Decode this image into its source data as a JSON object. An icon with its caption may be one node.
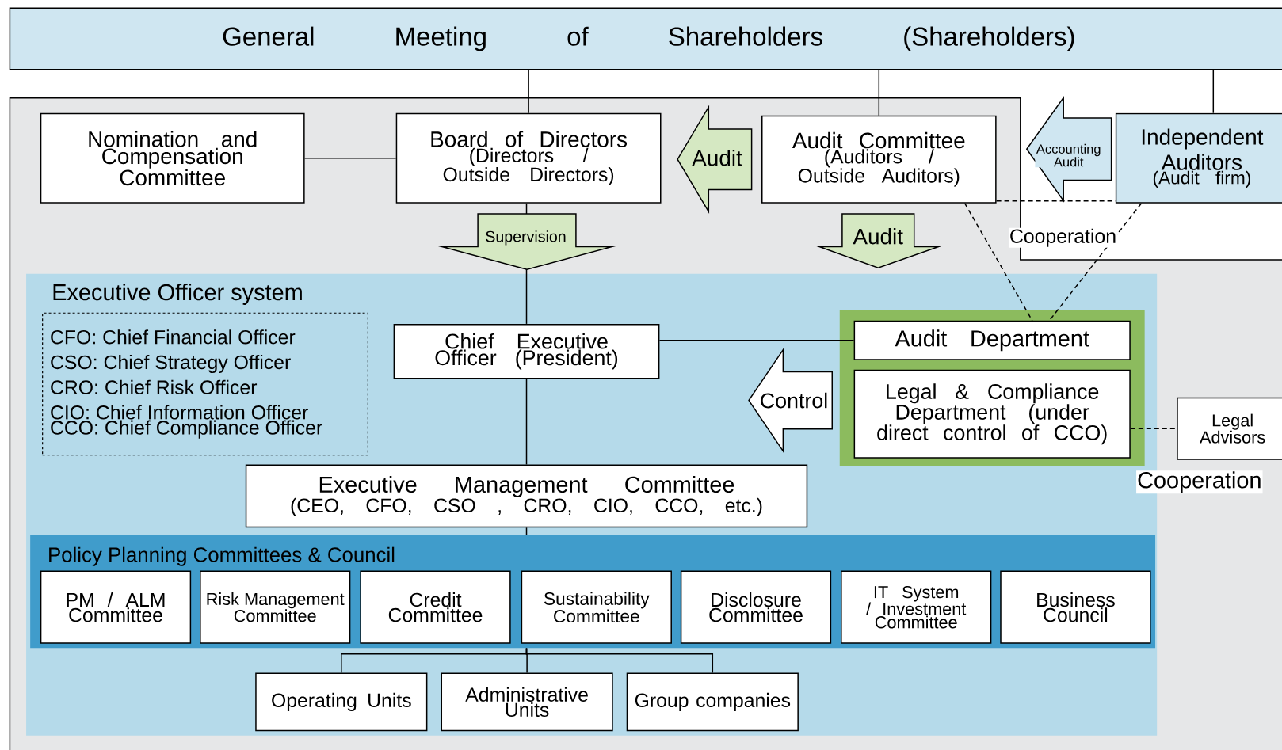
{
  "diagram": {
    "nodes": [
      {
        "text": [
          "General Meeting of Shareholders (Shareholders)"
        ]
      },
      {
        "text": [
          "Nomination and Compensation Committee"
        ]
      },
      {
        "text": [
          "Board of Directors",
          "(Directors / Outside Directors)"
        ]
      },
      {
        "text": [
          "Audit Committee",
          "(Auditors / Outside Auditors)"
        ]
      },
      {
        "text": [
          "Independent Auditors",
          "(Audit firm)"
        ]
      },
      {
        "text": [
          "Executive Officer system"
        ]
      },
      {
        "text": [
          "CFO: Chief Financial Officer",
          "CSO: Chief Strategy Officer",
          "CRO: Chief Risk Officer",
          "CIO: Chief Information Officer",
          "CCO: Chief Compliance Officer"
        ],
        "in": 5
      },
      {
        "text": [
          "Chief Executive Officer (President)"
        ],
        "in": 5
      },
      {
        "text": [],
        "shape": "box",
        "in": 5
      },
      {
        "text": [
          "Audit Department"
        ],
        "in": 8
      },
      {
        "text": [
          "Legal & Compliance Department (under direct control of CCO)"
        ],
        "in": 8
      },
      {
        "text": [
          "Legal Advisors"
        ]
      },
      {
        "text": [
          "Executive Management Committee",
          "(CEO, CFO, CSO , CRO, CIO, CCO, etc.)"
        ],
        "in": 5
      },
      {
        "text": [
          "Policy Planning Committees & Council"
        ],
        "in": 5
      },
      {
        "text": [
          "PM / ALM Committee"
        ],
        "in": 13
      },
      {
        "text": [
          "Risk Management Committee"
        ],
        "in": 13
      },
      {
        "text": [
          "Credit Committee"
        ],
        "in": 13
      },
      {
        "text": [
          "Sustainability Committee"
        ],
        "in": 13
      },
      {
        "text": [
          "Disclosure Committee"
        ],
        "in": 13
      },
      {
        "text": [
          "IT System / Investment Committee"
        ],
        "in": 13
      },
      {
        "text": [
          "Business Council"
        ],
        "in": 13
      },
      {
        "text": [
          "Operating Units"
        ],
        "in": 5
      },
      {
        "text": [
          "Administrative Units"
        ],
        "in": 5
      },
      {
        "text": [
          "Group companies"
        ],
        "in": 5
      }
    ],
    "edges": [
      {
        "from": 0,
        "to": 2,
        "arrow": "none"
      },
      {
        "from": 0,
        "to": 3,
        "arrow": "none"
      },
      {
        "from": 0,
        "to": 4,
        "arrow": "none"
      },
      {
        "from": 1,
        "to": 2,
        "arrow": "none"
      },
      {
        "from": 3,
        "to": 2,
        "arrow": "to",
        "label": "Audit",
        "style": "thick",
        "color": "#d5e8c2"
      },
      {
        "from": 4,
        "to": 3,
        "arrow": "to",
        "label": "Accounting Audit",
        "style": "thick",
        "color": "#cfe6f1"
      },
      {
        "from": 2,
        "to": 7,
        "arrow": "none"
      },
      {
        "from": 2,
        "to": 5,
        "arrow": "to",
        "label": "Supervision",
        "style": "thick",
        "color": "#d5e8c2"
      },
      {
        "from": 3,
        "to": 5,
        "arrow": "to",
        "label": "Audit",
        "style": "thick",
        "color": "#d5e8c2"
      },
      {
        "from": 3,
        "to": 4,
        "arrow": "none",
        "style": "dashed"
      },
      {
        "from": 3,
        "to": 9,
        "arrow": "none",
        "style": "dashed"
      },
      {
        "from": 4,
        "to": 9,
        "arrow": "none",
        "style": "dashed"
      },
      {
        "from": 7,
        "to": 9,
        "arrow": "none"
      },
      {
        "from": 8,
        "to": null,
        "arrow": "to",
        "label": "Control",
        "style": "thick",
        "color": "#ffffff"
      },
      {
        "from": 7,
        "to": 12,
        "arrow": "none"
      },
      {
        "from": 10,
        "to": 11,
        "arrow": "none",
        "style": "dashed"
      },
      {
        "from": 12,
        "to": 13,
        "arrow": "none"
      },
      {
        "from": 13,
        "to": 21,
        "arrow": "none"
      },
      {
        "from": 13,
        "to": 22,
        "arrow": "none"
      },
      {
        "from": 13,
        "to": 23,
        "arrow": "none"
      }
    ],
    "labels": [
      "Cooperation",
      "Cooperation"
    ]
  }
}
